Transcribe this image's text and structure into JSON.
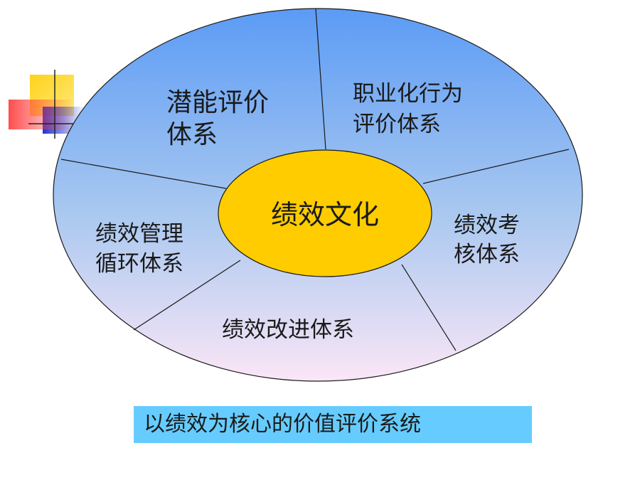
{
  "center": {
    "label": "绩效文化"
  },
  "segments": [
    {
      "id": "potential",
      "lines": [
        "潜能评价",
        "体系"
      ]
    },
    {
      "id": "professional",
      "lines": [
        "职业化行为",
        "评价体系"
      ]
    },
    {
      "id": "assessment",
      "lines": [
        "绩效考",
        "核体系"
      ]
    },
    {
      "id": "improvement",
      "lines": [
        "绩效改进体系"
      ]
    },
    {
      "id": "management",
      "lines": [
        "绩效管理",
        "循环体系"
      ]
    }
  ],
  "caption": "以绩效为核心的价值评价系统",
  "colors": {
    "ellipse_top": "#5b9bf5",
    "ellipse_bottom": "#fbe6f6",
    "center_fill": "#ffcc00",
    "caption_bg": "#66ccff",
    "logo_yellow": "#ffd21a",
    "logo_red": "#ff3a3a",
    "logo_blue": "#2233cc"
  }
}
